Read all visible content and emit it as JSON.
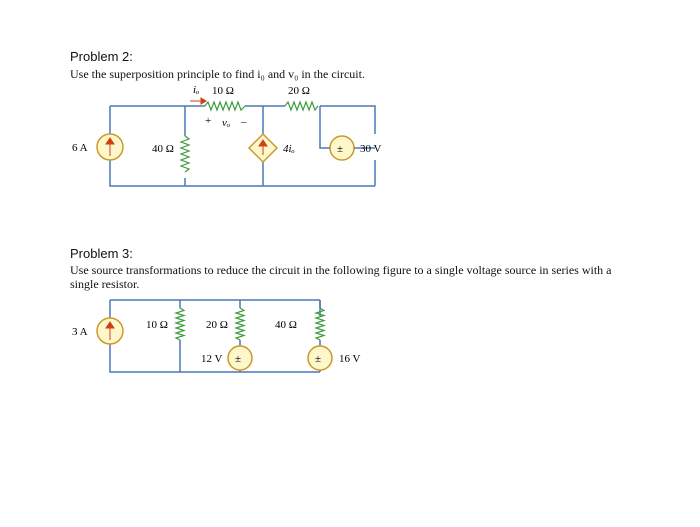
{
  "problem2": {
    "heading": "Problem 2:",
    "text": "Use the superposition principle to find i₀ and v₀ in the circuit.",
    "labels": {
      "current_source": "6 A",
      "r_shunt": "40 Ω",
      "r_series1": "10 Ω",
      "r_series2": "20 Ω",
      "current_io": "iₒ",
      "v_plus": "+",
      "v_label": "vₒ",
      "v_minus": "–",
      "dependent_source": "4iₒ",
      "voltage_source": "30 V"
    }
  },
  "problem3": {
    "heading": "Problem 3:",
    "text": "Use source transformations to reduce the circuit in the following figure to a single voltage source in series with a single resistor.",
    "labels": {
      "current_source": "3 A",
      "r1": "10 Ω",
      "r2": "20 Ω",
      "r3": "40 Ω",
      "v1": "12 V",
      "v2": "16 V"
    }
  },
  "colors": {
    "wire": "#4a78b8",
    "resistor": "#3f9a3f",
    "source_outline": "#c99a2a",
    "source_fill": "#fff7cc",
    "arrow": "#d04010"
  }
}
